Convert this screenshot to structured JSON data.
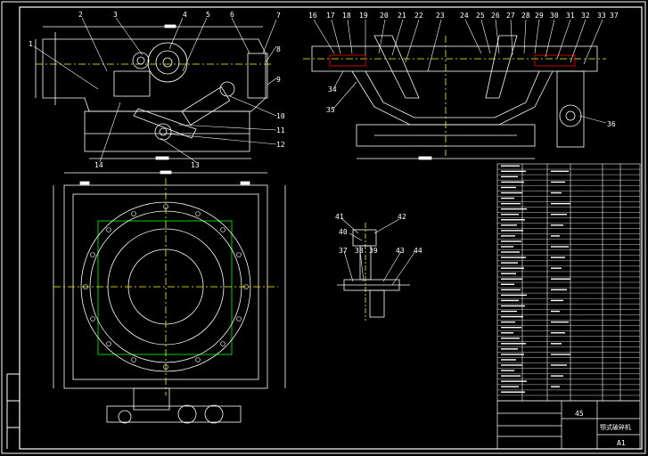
{
  "drawing": {
    "background": "#000000",
    "line_color": "#ffffff",
    "accent_colors": [
      "#ffff00",
      "#ff0000",
      "#00ff00",
      "#00ffff"
    ],
    "view1_part_numbers": [
      "1",
      "2",
      "3",
      "4",
      "5",
      "6",
      "7",
      "8",
      "9",
      "10",
      "11",
      "12",
      "13",
      "14"
    ],
    "view2_part_numbers": [
      "16",
      "17",
      "18",
      "19",
      "20",
      "21",
      "22",
      "23",
      "24",
      "25",
      "26",
      "27",
      "28",
      "29",
      "30",
      "31",
      "32",
      "33",
      "34",
      "35",
      "36",
      "37"
    ],
    "detail_part_numbers": [
      "37",
      "38",
      "39",
      "40",
      "41",
      "42",
      "43",
      "44"
    ],
    "title_block": {
      "material": "45",
      "sheet": "A1",
      "drawing_name": "颚式破碎机"
    }
  }
}
